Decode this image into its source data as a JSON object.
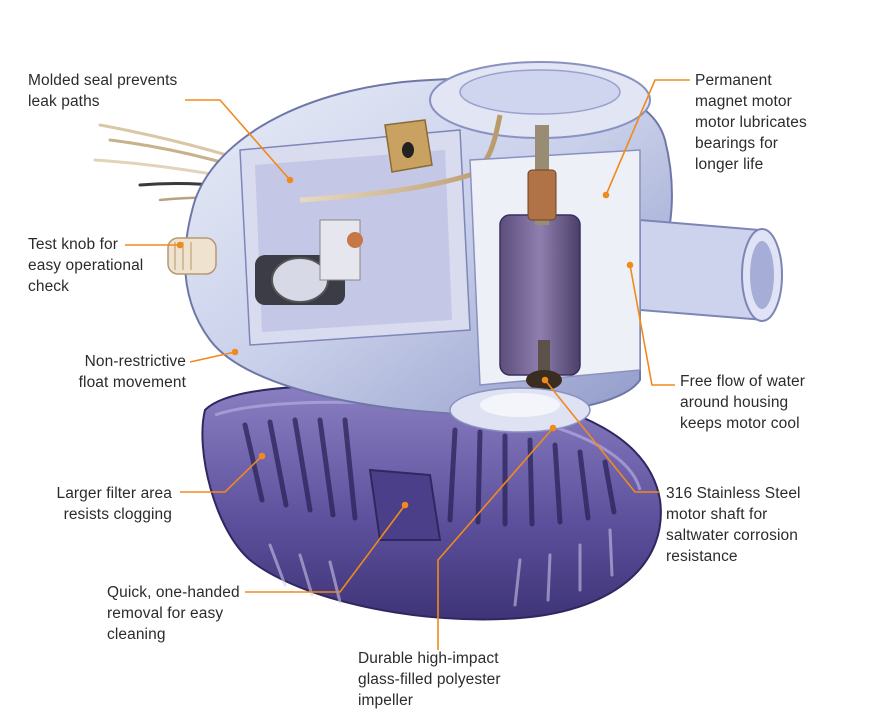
{
  "accent_color": "#f08a1c",
  "callouts": {
    "molded_seal": "Molded seal prevents\nleak paths",
    "test_knob": "Test knob for\neasy operational\ncheck",
    "float_movement": "Non-restrictive\nfloat movement",
    "filter_area": "Larger filter area\nresists clogging",
    "removal": "Quick, one-handed\nremoval for easy\ncleaning",
    "impeller": "Durable high-impact\nglass-filled polyester\nimpeller",
    "magnet_motor": "Permanent\nmagnet motor\nmotor lubricates\nbearings for\nlonger life",
    "free_flow": "Free flow of water\naround housing\nkeeps motor cool",
    "stainless_shaft": "316 Stainless Steel\nmotor shaft for\nsaltwater corrosion\nresistance"
  }
}
